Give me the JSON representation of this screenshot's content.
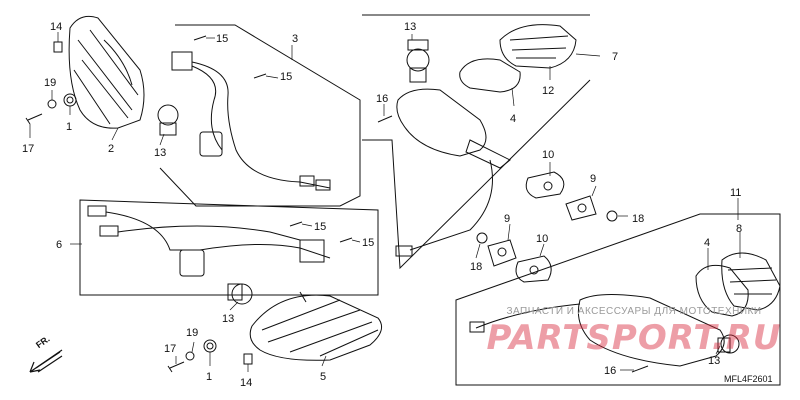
{
  "callouts": {
    "c1a": "1",
    "c1b": "1",
    "c2": "2",
    "c3": "3",
    "c4a": "4",
    "c4b": "4",
    "c5": "5",
    "c6": "6",
    "c7": "7",
    "c8": "8",
    "c9a": "9",
    "c9b": "9",
    "c10a": "10",
    "c10b": "10",
    "c11": "11",
    "c12": "12",
    "c13a": "13",
    "c13b": "13",
    "c13c": "13",
    "c13d": "13",
    "c14a": "14",
    "c14b": "14",
    "c15a": "15",
    "c15b": "15",
    "c15c": "15",
    "c15d": "15",
    "c16a": "16",
    "c16b": "16",
    "c17a": "17",
    "c17b": "17",
    "c18a": "18",
    "c18b": "18",
    "c19a": "19",
    "c19b": "19"
  },
  "watermark": {
    "top": "ЗАПЧАСТИ И АКСЕССУАРЫ ДЛЯ МОТОТЕХНИКИ",
    "main": "PARTSPORT.RU"
  },
  "diagram_code": "MFL4F2601",
  "direction_label": "FR.",
  "colors": {
    "line": "#111111",
    "watermark": "#d6283c"
  }
}
